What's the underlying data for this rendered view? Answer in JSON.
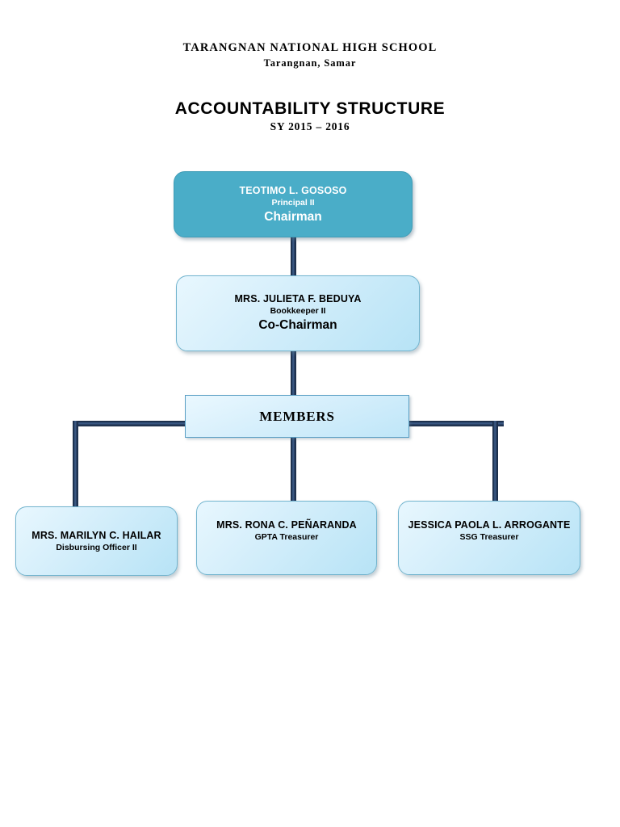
{
  "header": {
    "school_name": "TARANGNAN NATIONAL HIGH SCHOOL",
    "location": "Tarangnan, Samar",
    "title": "ACCOUNTABILITY STRUCTURE",
    "school_year": "SY 2015 – 2016"
  },
  "chart": {
    "type": "org-chart",
    "nodes": {
      "chairman": {
        "name": "TEOTIMO L. GOSOSO",
        "position": "Principal II",
        "role": "Chairman"
      },
      "co_chairman": {
        "name": "MRS. JULIETA F. BEDUYA",
        "position": "Bookkeeper II",
        "role": "Co-Chairman"
      },
      "members_label": "MEMBERS",
      "members": [
        {
          "name": "MRS. MARILYN C. HAILAR",
          "position": "Disbursing Officer II"
        },
        {
          "name": "MRS. RONA C. PEÑARANDA",
          "position": "GPTA Treasurer"
        },
        {
          "name": "JESSICA PAOLA L. ARROGANTE",
          "position": "SSG Treasurer"
        }
      ]
    },
    "colors": {
      "chairman_fill": "#4aadc8",
      "node_fill": "#d6effb",
      "node_border": "#72b4ce",
      "connector": "#1d3352",
      "text": "#000000",
      "chairman_text": "#ffffff"
    }
  }
}
